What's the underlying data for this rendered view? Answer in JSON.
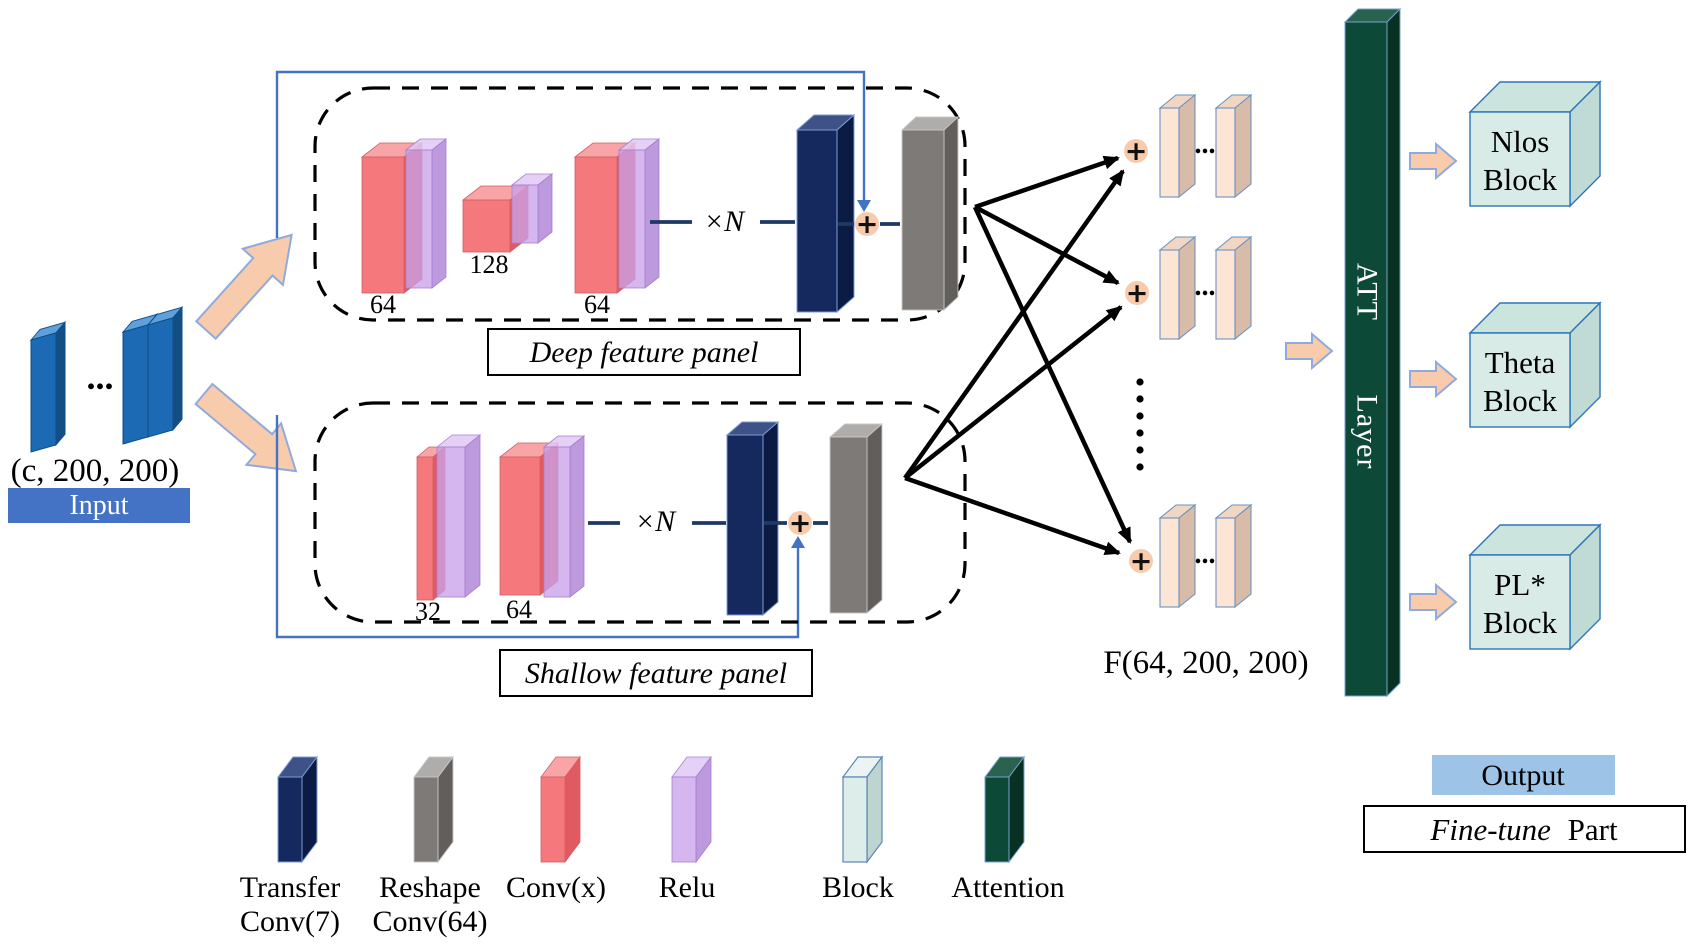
{
  "input": {
    "dims": "(c, 200, 200)",
    "label": "Input",
    "ellipsis": "..."
  },
  "deep_panel": {
    "title": "Deep feature panel",
    "conv_a": "64",
    "conv_b": "128",
    "conv_c": "64",
    "repeat": "×N",
    "plus": "+"
  },
  "shallow_panel": {
    "title": "Shallow feature panel",
    "conv_a": "32",
    "conv_b": "64",
    "repeat": "×N",
    "plus": "+"
  },
  "fusion": {
    "plus": "+",
    "ellipsis": "...",
    "feature_label": "F(64, 200, 200)"
  },
  "att_layer": {
    "line1": "ATT",
    "line2": "Layer"
  },
  "output_blocks": [
    {
      "line1": "Nlos",
      "line2": "Block"
    },
    {
      "line1": "Theta",
      "line2": "Block"
    },
    {
      "line1": "PL*",
      "line2": "Block"
    }
  ],
  "output_banner": {
    "label": "Output"
  },
  "fine_tune": {
    "emphasis": "Fine-tune",
    "rest": "Part"
  },
  "legend": {
    "items": [
      {
        "name": "transfer-conv",
        "line1": "Transfer",
        "line2": "Conv(7)"
      },
      {
        "name": "reshape-conv",
        "line1": "Reshape",
        "line2": "Conv(64)"
      },
      {
        "name": "conv-x",
        "line1": "Conv(x)",
        "line2": ""
      },
      {
        "name": "relu",
        "line1": "Relu",
        "line2": ""
      },
      {
        "name": "block",
        "line1": "Block",
        "line2": ""
      },
      {
        "name": "attention",
        "line1": "Attention",
        "line2": ""
      }
    ]
  },
  "colors": {
    "input_blue": "#1B6AB3",
    "input_banner_blue": "#4472C4",
    "output_banner_blue": "#9DC3E6",
    "conv_red": "#F4787C",
    "relu_purple": "#C9A1E9",
    "transfer_navy": "#15295F",
    "reshape_gray": "#7E7A77",
    "attention_green": "#0C4A37",
    "block_mint": "#DCEDEA",
    "feature_map_cream": "#FCE5D5",
    "arrow_peach": "#F8CBAD",
    "skip_line_blue": "#4472C4",
    "cube_outline_blue": "#2E75B6"
  }
}
